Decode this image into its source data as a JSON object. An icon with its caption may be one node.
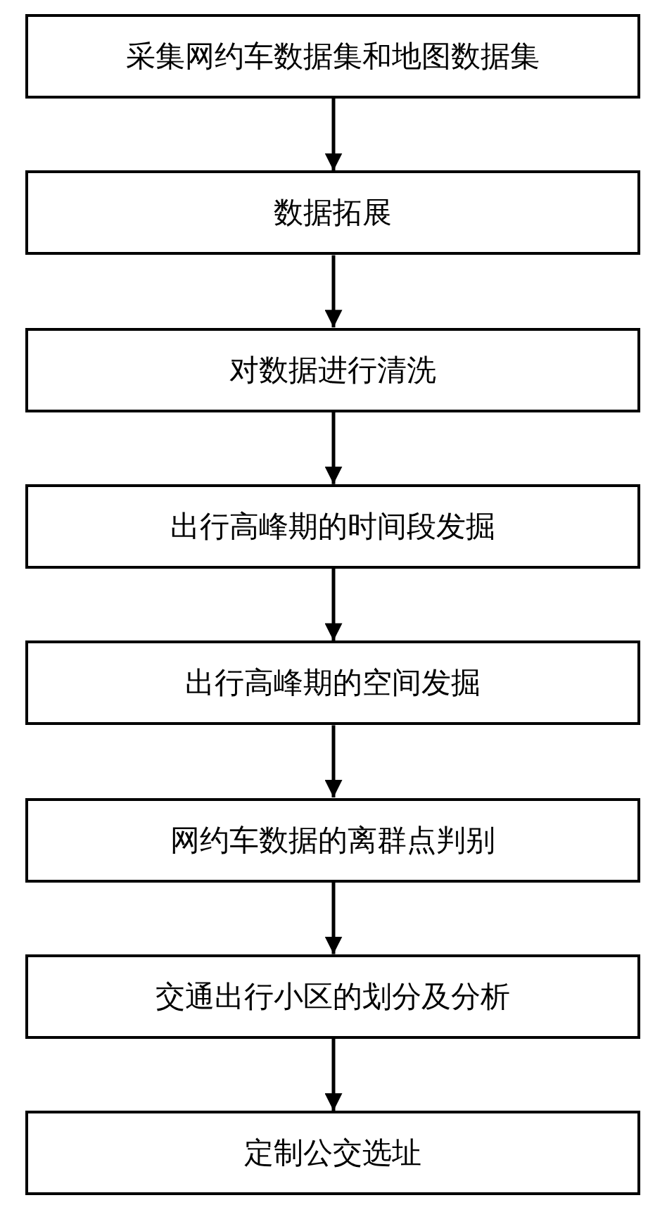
{
  "diagram": {
    "nodes": [
      {
        "text": [
          "采集网约车数据集和地图数据集"
        ]
      },
      {
        "text": [
          "数据拓展"
        ]
      },
      {
        "text": [
          "对数据进行清洗"
        ]
      },
      {
        "text": [
          "出行高峰期的时间段发掘"
        ]
      },
      {
        "text": [
          "出行高峰期的空间发掘"
        ]
      },
      {
        "text": [
          "网约车数据的离群点判别"
        ]
      },
      {
        "text": [
          "交通出行小区的划分及分析"
        ]
      },
      {
        "text": [
          "定制公交选址"
        ]
      }
    ],
    "edges": [
      {
        "from": 0,
        "to": 1,
        "arrow": "to"
      },
      {
        "from": 1,
        "to": 2,
        "arrow": "to"
      },
      {
        "from": 2,
        "to": 3,
        "arrow": "to"
      },
      {
        "from": 3,
        "to": 4,
        "arrow": "to"
      },
      {
        "from": 4,
        "to": 5,
        "arrow": "to"
      },
      {
        "from": 5,
        "to": 6,
        "arrow": "to"
      },
      {
        "from": 6,
        "to": 7,
        "arrow": "to"
      }
    ]
  }
}
